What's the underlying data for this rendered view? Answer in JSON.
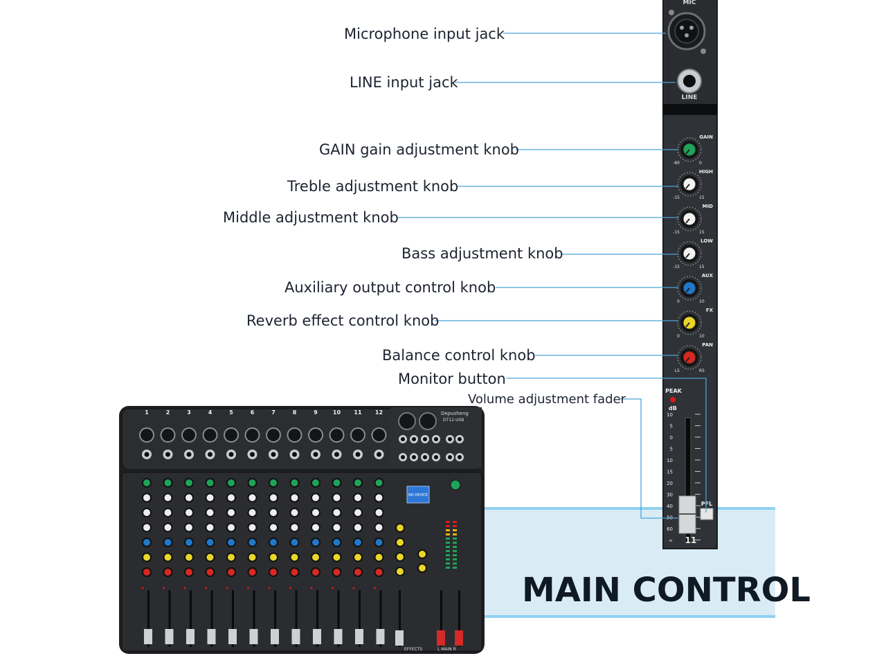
{
  "callouts": [
    {
      "id": "mic",
      "text": "Microphone input jack"
    },
    {
      "id": "line",
      "text": "LINE input jack"
    },
    {
      "id": "gain",
      "text": "GAIN gain adjustment knob"
    },
    {
      "id": "treble",
      "text": "Treble adjustment knob"
    },
    {
      "id": "middle",
      "text": "Middle adjustment knob"
    },
    {
      "id": "bass",
      "text": "Bass adjustment knob"
    },
    {
      "id": "aux",
      "text": "Auxiliary output control knob"
    },
    {
      "id": "reverb",
      "text": "Reverb effect control knob"
    },
    {
      "id": "balance",
      "text": "Balance control knob"
    },
    {
      "id": "monitor",
      "text": "Monitor button"
    },
    {
      "id": "fader",
      "text": "Volume adjustment fader"
    }
  ],
  "banner": {
    "text": "MAIN CONTROL"
  },
  "strip": {
    "jack_labels": {
      "mic": "MIC",
      "line": "LINE"
    },
    "knobs": [
      {
        "label": "GAIN",
        "min": "-60",
        "max": "0",
        "color": "#1fa35a"
      },
      {
        "label": "HIGH",
        "min": "-15",
        "max": "15",
        "color": "#f2f2f2"
      },
      {
        "label": "MID",
        "min": "-15",
        "max": "15",
        "color": "#f2f2f2"
      },
      {
        "label": "LOW",
        "min": "-15",
        "max": "15",
        "color": "#f2f2f2"
      },
      {
        "label": "AUX",
        "min": "0",
        "max": "10",
        "color": "#1f78c8"
      },
      {
        "label": "FX",
        "min": "0",
        "max": "10",
        "color": "#e8d62a"
      },
      {
        "label": "PAN",
        "min": "L5",
        "max": "R5",
        "color": "#d42a22"
      }
    ],
    "peak_label": "PEAK",
    "db_label": "dB",
    "scale": [
      "10",
      "5",
      "0",
      "5",
      "10",
      "15",
      "20",
      "30",
      "40",
      "50",
      "60",
      "∞"
    ],
    "pfl_label": "PFL",
    "channel_number": "11"
  },
  "mixer": {
    "brand": "Depusheng",
    "model": "DT12-USB",
    "display_text": "NO DEVICE",
    "channel_numbers": [
      "1",
      "2",
      "3",
      "4",
      "5",
      "6",
      "7",
      "8",
      "9",
      "10",
      "11",
      "12"
    ],
    "bottom_labels": {
      "effects": "EFFECTS",
      "main": "L  MAIN  R"
    }
  }
}
